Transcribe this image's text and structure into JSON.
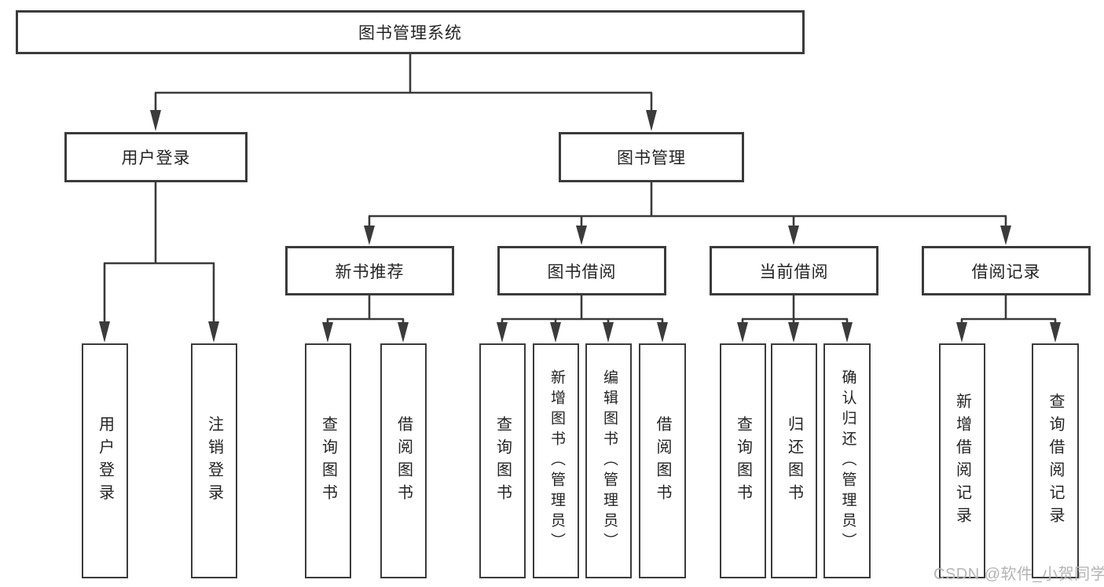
{
  "diagram": {
    "title": "图书管理系统",
    "root": {
      "label": "图书管理系统"
    },
    "level1": [
      {
        "label": "用户登录"
      },
      {
        "label": "图书管理"
      }
    ],
    "level2": [
      {
        "label": "新书推荐"
      },
      {
        "label": "图书借阅"
      },
      {
        "label": "当前借阅"
      },
      {
        "label": "借阅记录"
      }
    ],
    "leaves": {
      "user": [
        "用户登录",
        "注销登录"
      ],
      "recommend": [
        "查询图书",
        "借阅图书"
      ],
      "borrow": [
        "查询图书",
        "新增图书（管理员）",
        "编辑图书（管理员）",
        "借阅图书"
      ],
      "current": [
        "查询图书",
        "归还图书",
        "确认归还（管理员）"
      ],
      "records": [
        "新增借阅记录",
        "查询借阅记录"
      ]
    }
  },
  "watermark": {
    "text": "CSDN @软件_小贺同学"
  },
  "colors": {
    "line": "#3b3b3b",
    "box_border": "#3b3b3b",
    "text": "#242424",
    "watermark": "#b5b5b5",
    "background": "#ffffff"
  }
}
